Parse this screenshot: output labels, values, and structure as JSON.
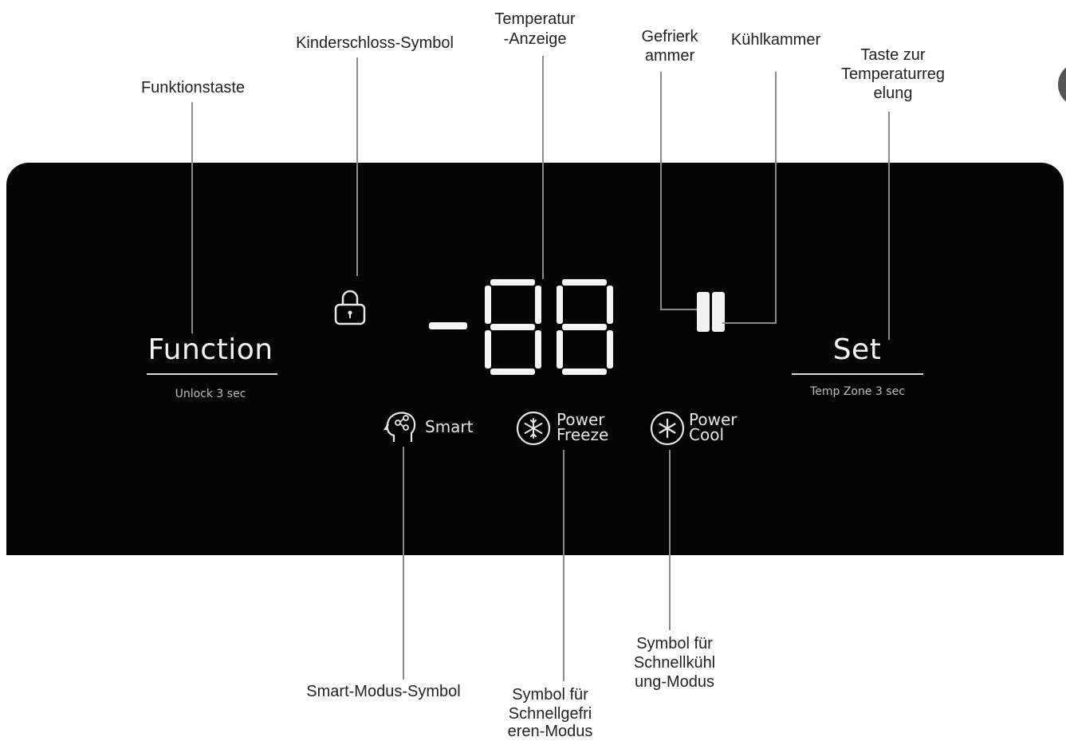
{
  "callouts": {
    "funktionstaste": "Funktionstaste",
    "kinderschloss": "Kinderschloss-Symbol",
    "temperatur_line1": "Temperatur",
    "temperatur_line2": "-Anzeige",
    "gefrier_line1": "Gefrierk",
    "gefrier_line2": "ammer",
    "kuehlkammer": "Kühlkammer",
    "taste_line1": "Taste zur",
    "taste_line2": "Temperaturreg",
    "taste_line3": "elung",
    "smart_modus": "Smart-Modus-Symbol",
    "schnellgefrier_line1": "Symbol für",
    "schnellgefrier_line2": "Schnellgefri",
    "schnellgefrier_line3": "eren-Modus",
    "schnellkuehl_line1": "Symbol für",
    "schnellkuehl_line2": "Schnellkühl",
    "schnellkuehl_line3": "ung-Modus"
  },
  "panel": {
    "function_label": "Function",
    "function_sub": "Unlock 3 sec",
    "set_label": "Set",
    "set_sub": "Temp Zone 3 sec",
    "smart_label": "Smart",
    "power_freeze_line1": "Power",
    "power_freeze_line2": "Freeze",
    "power_cool_line1": "Power",
    "power_cool_line2": "Cool"
  },
  "icons": {
    "lock": "lock-icon",
    "smart": "head-icon",
    "freeze": "snowflake-icon",
    "cool": "asterisk-icon",
    "zone": "zone-indicator-icon"
  },
  "colors": {
    "panel": "#050505",
    "segment": "#f4f4f4",
    "leader": "#8a8a8a"
  }
}
